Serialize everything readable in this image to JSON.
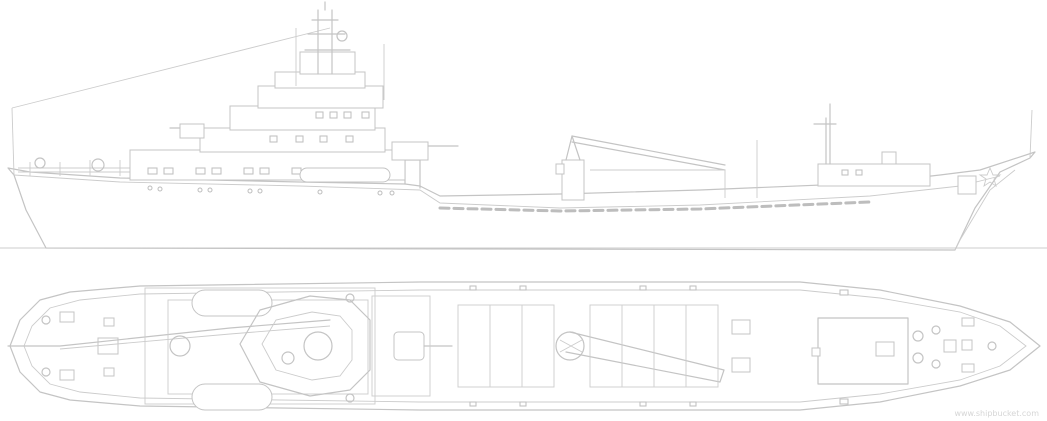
{
  "image": {
    "subject": "ship-line-drawing",
    "views": [
      "side-profile",
      "top-plan"
    ],
    "line_color": "#c4c4c4",
    "background": "#ffffff"
  },
  "watermark": {
    "text": "www.shipbucket.com"
  }
}
